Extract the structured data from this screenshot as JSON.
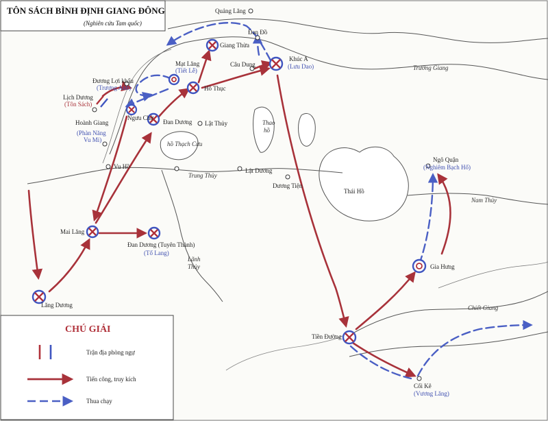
{
  "title": {
    "main": "TÔN SÁCH BÌNH ĐỊNH GIANG ĐÔNG",
    "subtitle": "(Nghiên cứu Tam quốc)"
  },
  "places": {
    "quang_lang": "Quảng Lăng",
    "dan_do": "Đan Đồ",
    "giang_thua": "Giang Thừa",
    "khuc_a": "Khúc A",
    "khuc_a_cmd": "(Lưu Dao)",
    "cau_dung": "Câu Dung",
    "mat_lang": "Mạt Lăng",
    "mat_lang_cmd": "(Tiết Lễ)",
    "ho_thuc": "Hồ Thục",
    "duong_loi_khau": "Đương Lợi khẩu",
    "duong_loi_khau_cmd": "(Trương Anh)",
    "lich_duong": "Lịch Dương",
    "lich_duong_cmd": "(Tôn Sách)",
    "hoanh_giang": "Hoành Giang",
    "hoanh_giang_cmd": "(Phàn Năng",
    "hoanh_giang_cmd2": "Vu Mi)",
    "nguu_chu": "Ngưu Chử",
    "dan_duong": "Đan Dương",
    "lat_thuy_north": "Lật Thủy",
    "vu_ho": "Vu Hồ",
    "lat_duong": "Lật Dương",
    "duong_tien": "Dương Tiện",
    "thai_ho": "Thái Hồ",
    "ngo_quan": "Ngô Quận",
    "ngo_quan_cmd": "(Nghiêm Bạch Hổ)",
    "mai_lang": "Mai Lăng",
    "dan_duong_tuyen_thanh": "Đan Dương (Tuyên Thành)",
    "dan_duong_tuyen_thanh_cmd": "(Tổ Lang)",
    "gia_hung": "Gia Hưng",
    "lang_duong": "Lăng Dương",
    "tien_duong": "Tiền Đường",
    "coi_ke": "Cối Kê",
    "coi_ke_cmd": "(Vương Lăng)"
  },
  "waters": {
    "truong_giang": "Trường Giang",
    "thao_ho_1": "Thao",
    "thao_ho_2": "hồ",
    "ho_thach_cuu": "hồ Thạch Cửu",
    "trung_thuy": "Trung Thủy",
    "nam_thuy": "Nam Thủy",
    "lanh_thuy_1": "Lãnh",
    "lanh_thuy_2": "Thủy",
    "chiet_giang": "Chiết Giang"
  },
  "legend": {
    "title": "CHÚ GIẢI",
    "defense": "Trận địa phòng ngự",
    "attack": "Tiến công, truy kích",
    "retreat": "Thua chạy"
  },
  "colors": {
    "attack": "#a8323a",
    "retreat": "#4a5fc4",
    "defense_red": "#b0313a",
    "defense_blue": "#3f55c0",
    "water_line": "#555555",
    "lake_fill": "#ffffff",
    "land": "#fbfbf8"
  }
}
